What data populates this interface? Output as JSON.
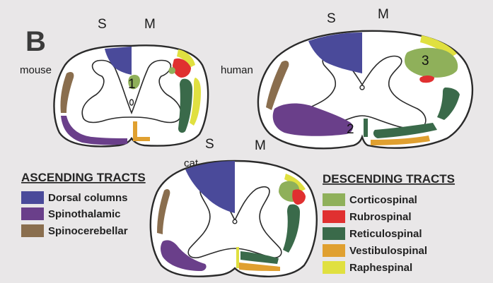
{
  "panel_label": "B",
  "colors": {
    "dorsal_columns": "#4a4a9a",
    "spinothalamic": "#6a3f8a",
    "spinocerebellar": "#8a6e4e",
    "corticospinal": "#8fb05a",
    "rubrospinal": "#e03030",
    "reticulospinal": "#3a6a4a",
    "vestibulospinal": "#e0a030",
    "raphespinal": "#e0e040"
  },
  "sections": {
    "mouse": {
      "name": "mouse",
      "s": "S",
      "m": "M",
      "marker": "1"
    },
    "human": {
      "name": "human",
      "s": "S",
      "m": "M",
      "marker_2": "2",
      "marker_3": "3"
    },
    "cat": {
      "name": "cat",
      "s": "S",
      "m": "M"
    }
  },
  "legend": {
    "ascending": {
      "title": "ASCENDING TRACTS",
      "items": [
        {
          "label": "Dorsal columns",
          "color": "#4a4a9a"
        },
        {
          "label": "Spinothalamic",
          "color": "#6a3f8a"
        },
        {
          "label": "Spinocerebellar",
          "color": "#8a6e4e"
        }
      ]
    },
    "descending": {
      "title": "DESCENDING TRACTS",
      "items": [
        {
          "label": "Corticospinal",
          "color": "#8fb05a"
        },
        {
          "label": "Rubrospinal",
          "color": "#e03030"
        },
        {
          "label": "Reticulospinal",
          "color": "#3a6a4a"
        },
        {
          "label": "Vestibulospinal",
          "color": "#e0a030"
        },
        {
          "label": "Raphespinal",
          "color": "#e0e040"
        }
      ]
    }
  }
}
